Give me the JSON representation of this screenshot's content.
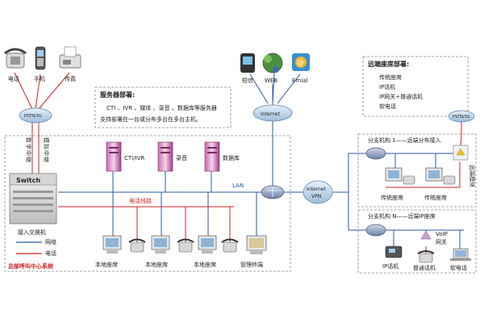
{
  "top_devices": {
    "phone": "电话",
    "mobile": "手机",
    "fax": "传真"
  },
  "pstn_top": "PSTN/3G",
  "server_box": {
    "title": "服务器部署:",
    "line1": "CTI 、IVR 、媒体 、录音 、数据库等服务器",
    "line2": "支持部署在一台或分布多台在多台主机。"
  },
  "internet_devices": {
    "sms": "短信",
    "web": "WEB",
    "email": "Emial"
  },
  "internet_cloud": "Internet",
  "remote_box": {
    "title": "远端座席部署:",
    "items": [
      "传统座席",
      "IP话机",
      "IP网关+普通话机",
      "软电话"
    ]
  },
  "trunk_labels": {
    "digital": "数字中继",
    "analog": "模拟中继"
  },
  "servers": {
    "cti": "CTI/IVR",
    "recording": "录音",
    "database": "数据库"
  },
  "switch": {
    "name": "Switch",
    "label": "接入交换机"
  },
  "lan_label": "LAN",
  "phone_line_label": "电话线路",
  "internet_vpn": {
    "line1": "Internet",
    "line2": "VPN"
  },
  "legend": {
    "network": "网络",
    "phone": "电话"
  },
  "hq_label": "总部呼叫中心系统",
  "local_stations": [
    "本地座席",
    "本地座席",
    "本地座席"
  ],
  "mgmt_terminal": "管理终端",
  "branch1": {
    "title": "分支机构 1——远端分布接入",
    "pstn": "PSTN/3G",
    "seat1": "传统座席",
    "seat2": "传统座席",
    "remote_module": "远端模块"
  },
  "branchN": {
    "title": "分支机构 N——远端IP座席",
    "voip": "VoIP",
    "gateway": "网关",
    "ip_phone": "IP话机",
    "normal_phone": "普通话机",
    "softphone": "软电话"
  },
  "colors": {
    "network": "#2a5aa8",
    "phone": "#d02020",
    "server": "#a63a8c",
    "dashed": "#888888"
  }
}
